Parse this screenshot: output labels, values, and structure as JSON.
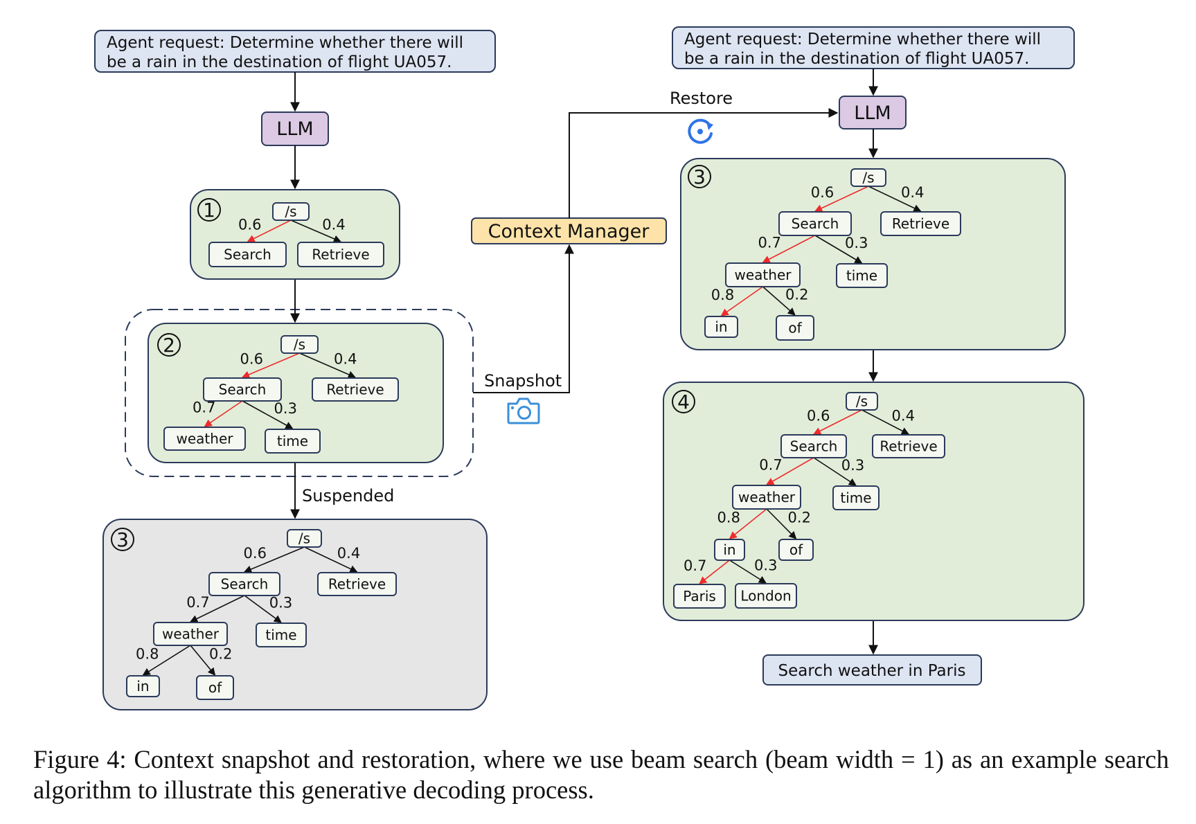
{
  "colors": {
    "request_fill": "#dde4f2",
    "llm_fill": "#dcc9e3",
    "panel_green": "#e2edd9",
    "panel_gray": "#e6e6e6",
    "context_manager_fill": "#fde3a9",
    "result_fill": "#dde4f2",
    "border": "#2b3a5a",
    "node_fill": "#f4f8f1",
    "chosen_edge": "#ee2b2b",
    "normal_edge": "#111111",
    "icon_blue": "#3a8fd9",
    "restore_blue": "#2f74e8"
  },
  "left_flow": {
    "request_line1": "Agent request: Determine whether there will",
    "request_line2": "be a rain in the destination of flight UA057.",
    "llm_label": "LLM",
    "suspended_label": "Suspended"
  },
  "right_flow": {
    "request_line1": "Agent request: Determine whether there will",
    "request_line2": "be a rain in the destination of flight UA057.",
    "llm_label": "LLM",
    "result_label": "Search weather in Paris"
  },
  "context_manager": {
    "label": "Context Manager",
    "snapshot_label": "Snapshot",
    "restore_label": "Restore",
    "snapshot_icon": "camera-icon",
    "restore_icon": "restore-icon"
  },
  "panels": [
    {
      "id": "left-step-1",
      "step": "1",
      "style": "green",
      "nodes": [
        {
          "id": "s",
          "label": "/s"
        },
        {
          "id": "search",
          "label": "Search"
        },
        {
          "id": "retrieve",
          "label": "Retrieve"
        }
      ],
      "edges": [
        {
          "from": "s",
          "to": "search",
          "prob": "0.6",
          "chosen": true
        },
        {
          "from": "s",
          "to": "retrieve",
          "prob": "0.4",
          "chosen": false
        }
      ]
    },
    {
      "id": "left-step-2",
      "step": "2",
      "style": "green",
      "nodes": [
        {
          "id": "s",
          "label": "/s"
        },
        {
          "id": "search",
          "label": "Search"
        },
        {
          "id": "retrieve",
          "label": "Retrieve"
        },
        {
          "id": "weather",
          "label": "weather"
        },
        {
          "id": "time",
          "label": "time"
        }
      ],
      "edges": [
        {
          "from": "s",
          "to": "search",
          "prob": "0.6",
          "chosen": true
        },
        {
          "from": "s",
          "to": "retrieve",
          "prob": "0.4",
          "chosen": false
        },
        {
          "from": "search",
          "to": "weather",
          "prob": "0.7",
          "chosen": true
        },
        {
          "from": "search",
          "to": "time",
          "prob": "0.3",
          "chosen": false
        }
      ]
    },
    {
      "id": "left-step-3-suspended",
      "step": "3",
      "style": "gray",
      "nodes": [
        {
          "id": "s",
          "label": "/s"
        },
        {
          "id": "search",
          "label": "Search"
        },
        {
          "id": "retrieve",
          "label": "Retrieve"
        },
        {
          "id": "weather",
          "label": "weather"
        },
        {
          "id": "time",
          "label": "time"
        },
        {
          "id": "in",
          "label": "in"
        },
        {
          "id": "of",
          "label": "of"
        }
      ],
      "edges": [
        {
          "from": "s",
          "to": "search",
          "prob": "0.6",
          "chosen": false
        },
        {
          "from": "s",
          "to": "retrieve",
          "prob": "0.4",
          "chosen": false
        },
        {
          "from": "search",
          "to": "weather",
          "prob": "0.7",
          "chosen": false
        },
        {
          "from": "search",
          "to": "time",
          "prob": "0.3",
          "chosen": false
        },
        {
          "from": "weather",
          "to": "in",
          "prob": "0.8",
          "chosen": false
        },
        {
          "from": "weather",
          "to": "of",
          "prob": "0.2",
          "chosen": false
        }
      ]
    },
    {
      "id": "right-step-3",
      "step": "3",
      "style": "green",
      "nodes": [
        {
          "id": "s",
          "label": "/s"
        },
        {
          "id": "search",
          "label": "Search"
        },
        {
          "id": "retrieve",
          "label": "Retrieve"
        },
        {
          "id": "weather",
          "label": "weather"
        },
        {
          "id": "time",
          "label": "time"
        },
        {
          "id": "in",
          "label": "in"
        },
        {
          "id": "of",
          "label": "of"
        }
      ],
      "edges": [
        {
          "from": "s",
          "to": "search",
          "prob": "0.6",
          "chosen": true
        },
        {
          "from": "s",
          "to": "retrieve",
          "prob": "0.4",
          "chosen": false
        },
        {
          "from": "search",
          "to": "weather",
          "prob": "0.7",
          "chosen": true
        },
        {
          "from": "search",
          "to": "time",
          "prob": "0.3",
          "chosen": false
        },
        {
          "from": "weather",
          "to": "in",
          "prob": "0.8",
          "chosen": true
        },
        {
          "from": "weather",
          "to": "of",
          "prob": "0.2",
          "chosen": false
        }
      ]
    },
    {
      "id": "right-step-4",
      "step": "4",
      "style": "green",
      "nodes": [
        {
          "id": "s",
          "label": "/s"
        },
        {
          "id": "search",
          "label": "Search"
        },
        {
          "id": "retrieve",
          "label": "Retrieve"
        },
        {
          "id": "weather",
          "label": "weather"
        },
        {
          "id": "time",
          "label": "time"
        },
        {
          "id": "in",
          "label": "in"
        },
        {
          "id": "of",
          "label": "of"
        },
        {
          "id": "paris",
          "label": "Paris"
        },
        {
          "id": "london",
          "label": "London"
        }
      ],
      "edges": [
        {
          "from": "s",
          "to": "search",
          "prob": "0.6",
          "chosen": true
        },
        {
          "from": "s",
          "to": "retrieve",
          "prob": "0.4",
          "chosen": false
        },
        {
          "from": "search",
          "to": "weather",
          "prob": "0.7",
          "chosen": true
        },
        {
          "from": "search",
          "to": "time",
          "prob": "0.3",
          "chosen": false
        },
        {
          "from": "weather",
          "to": "in",
          "prob": "0.8",
          "chosen": true
        },
        {
          "from": "weather",
          "to": "of",
          "prob": "0.2",
          "chosen": false
        },
        {
          "from": "in",
          "to": "paris",
          "prob": "0.7",
          "chosen": true
        },
        {
          "from": "in",
          "to": "london",
          "prob": "0.3",
          "chosen": false
        }
      ]
    }
  ],
  "caption": {
    "text": "Figure 4:  Context snapshot and restoration, where we use beam search (beam width = 1) as an example search algorithm to illustrate this generative decoding process."
  }
}
